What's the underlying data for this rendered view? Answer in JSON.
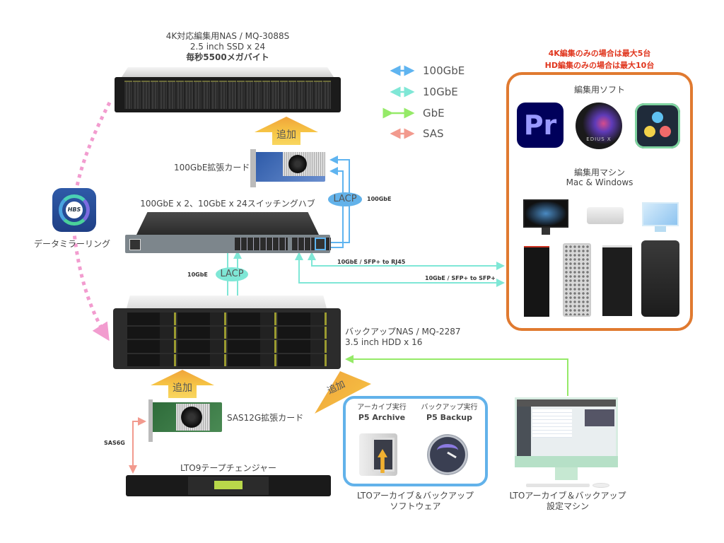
{
  "legend": {
    "items": [
      {
        "label": "100GbE",
        "color": "#5fb4f0"
      },
      {
        "label": "10GbE",
        "color": "#7fe7d6"
      },
      {
        "label": "GbE",
        "color": "#95ea68"
      },
      {
        "label": "SAS",
        "color": "#f29a8e"
      }
    ]
  },
  "main_nas": {
    "line1": "4K対応編集用NAS / MQ-3088S",
    "line2": "2.5 inch SSD x 24",
    "line3": "毎秒5500メガバイト"
  },
  "nic_100g": {
    "label": "100GbE拡張カード",
    "add_label": "追加"
  },
  "switch": {
    "label": "100GbE x 2、10GbE x 24スイッチングハブ"
  },
  "links": {
    "lacp": "LACP",
    "lacp_100g_speed": "100GbE",
    "lacp_10g_speed": "10GbE",
    "rj45": "10GbE / SFP+ to RJ45",
    "sfp": "10GbE / SFP+ to SFP+",
    "sas": "SAS6G"
  },
  "mirroring": {
    "icon_text": "HBS",
    "label": "データミラーリング"
  },
  "backup_nas": {
    "line1": "バックアップNAS / MQ-2287",
    "line2": "3.5 inch HDD x 16"
  },
  "sas_card": {
    "label": "SAS12G拡張カード",
    "add_label": "追加"
  },
  "tape": {
    "label": "LTO9テープチェンジャー"
  },
  "p5": {
    "add_label": "追加",
    "archive_caption": "アーカイブ実行",
    "archive_name": "P5 Archive",
    "backup_caption": "バックアップ実行",
    "backup_name": "P5 Backup",
    "label_line1": "LTOアーカイブ＆バックアップ",
    "label_line2": "ソフトウェア"
  },
  "setup_machine": {
    "label_line1": "LTOアーカイブ＆バックアップ",
    "label_line2": "設定マシン"
  },
  "editing": {
    "warn_line1": "4K編集のみの場合は最大5台",
    "warn_line2": "HD編集のみの場合は最大10台",
    "software_title": "編集用ソフト",
    "apps": [
      {
        "name": "Adobe Premiere Pro",
        "glyph": "Pr"
      },
      {
        "name": "EDIUS X",
        "glyph": "EDIUS X"
      },
      {
        "name": "DaVinci Resolve",
        "glyph": ""
      }
    ],
    "machines_title": "編集用マシン",
    "machines_subtitle": "Mac & Windows",
    "machines": [
      "iMac Pro",
      "Mac Studio",
      "iMac",
      "Lenovo ThinkStation",
      "Mac Pro",
      "Dell Precision",
      "HP Z8"
    ]
  },
  "colors": {
    "link_100g": "#5fb4f0",
    "link_10g": "#7fe7d6",
    "link_gbe": "#95ea68",
    "link_sas": "#f29a8e",
    "mirror": "#f29ccf",
    "edit_border": "#e07a30",
    "p5_border": "#62b2ea",
    "warn_text": "#e0361e"
  }
}
